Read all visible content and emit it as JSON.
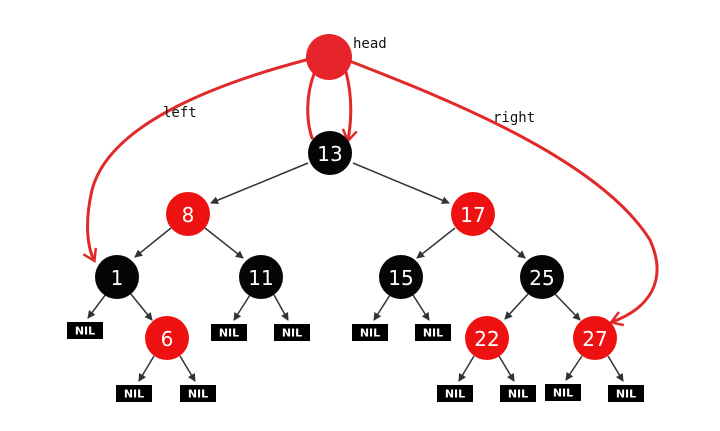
{
  "colors": {
    "black_node": "#050505",
    "red_node": "#ee1111",
    "header": "#e8242b",
    "pointer": "#e02a2a",
    "edge": "#333333",
    "nil_box": "#000000"
  },
  "header": {
    "label": "head"
  },
  "pointer_labels": {
    "left": "left",
    "right": "right"
  },
  "tree": {
    "nodes": [
      {
        "id": "n13",
        "value": "13",
        "color": "black"
      },
      {
        "id": "n8",
        "value": "8",
        "color": "red"
      },
      {
        "id": "n17",
        "value": "17",
        "color": "red"
      },
      {
        "id": "n1",
        "value": "1",
        "color": "black"
      },
      {
        "id": "n11",
        "value": "11",
        "color": "black"
      },
      {
        "id": "n15",
        "value": "15",
        "color": "black"
      },
      {
        "id": "n25",
        "value": "25",
        "color": "black"
      },
      {
        "id": "n6",
        "value": "6",
        "color": "red"
      },
      {
        "id": "n22",
        "value": "22",
        "color": "red"
      },
      {
        "id": "n27",
        "value": "27",
        "color": "red"
      }
    ],
    "nil_label": "NIL",
    "nil_count": 11
  }
}
